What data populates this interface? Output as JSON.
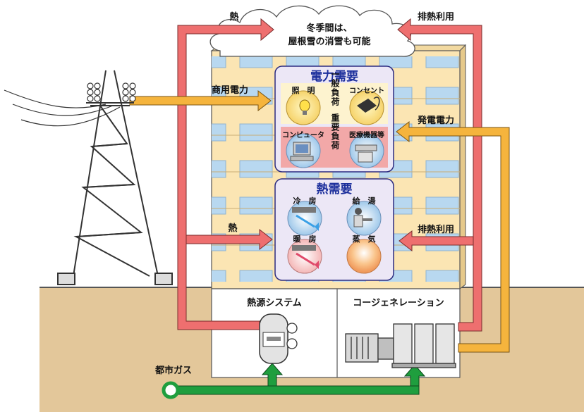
{
  "cloud": {
    "line1": "冬季間は、",
    "line2": "屋根雪の消雪も可能"
  },
  "labels": {
    "heat_top": "熱",
    "exhaust_top": "排熱利用",
    "commercial_power": "商用電力",
    "generated_power": "発電電力",
    "heat_mid": "熱",
    "exhaust_mid": "排熱利用",
    "city_gas": "都市ガス"
  },
  "power_demand": {
    "title": "電力需要",
    "general_load": "一般負荷",
    "important_load": "重要負荷",
    "items": {
      "lighting": "照　明",
      "outlet": "コンセント",
      "computer": "コンピュータ",
      "medical": "医療機器等"
    }
  },
  "heat_demand": {
    "title": "熱需要",
    "items": {
      "cooling": "冷　房",
      "hot_water": "給　湯",
      "heating": "暖　房",
      "steam": "蒸　気"
    }
  },
  "rooms": {
    "heat_source": "熱源システム",
    "cogeneration": "コージェネレーション"
  },
  "colors": {
    "heat_pipe": "#ee6f6f",
    "power_pipe": "#f5b43d",
    "gas_pipe": "#1f9e3e",
    "building": "#fbe5b3",
    "window": "#b8d8f0",
    "ground": "#e3c79a",
    "panel_title": "#1c2f9c"
  }
}
